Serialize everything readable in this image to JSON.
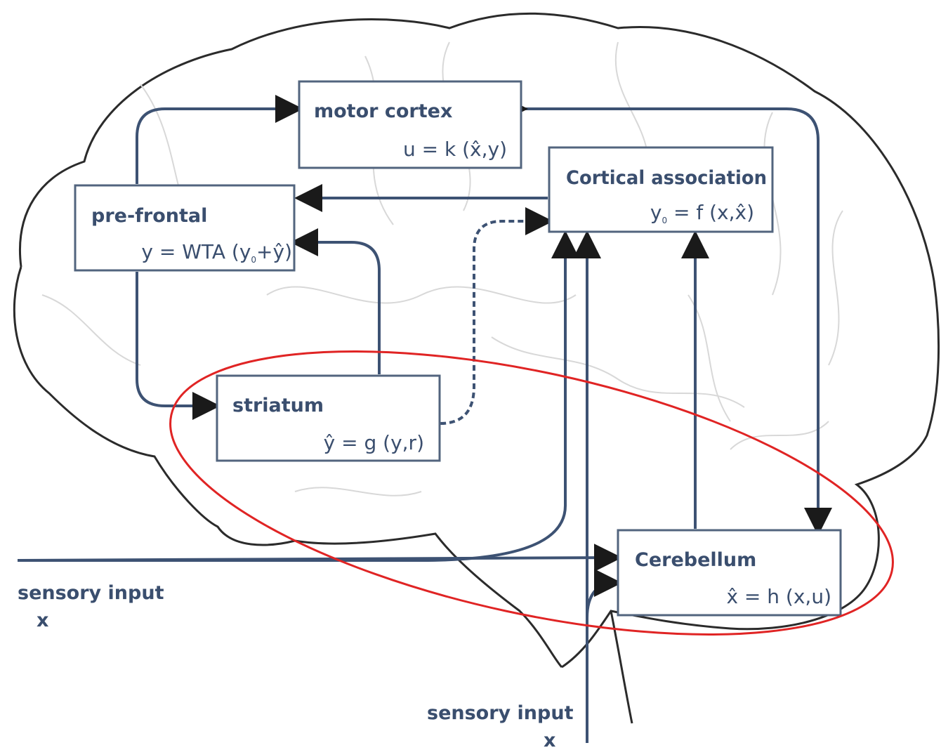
{
  "blocks": {
    "motor_cortex": {
      "title": "motor cortex",
      "equation": "u = k (x̂,y)"
    },
    "cortical_association": {
      "title": "Cortical association",
      "eq_pre": "y",
      "eq_sub": "0",
      "eq_post": " = f (x,x̂)"
    },
    "pre_frontal": {
      "title": "pre-frontal",
      "eq_pre": "y = WTA (y",
      "eq_sub": "0",
      "eq_post": "+ŷ)"
    },
    "striatum": {
      "title": "striatum",
      "equation": "ŷ = g (y,r)"
    },
    "cerebellum": {
      "title": "Cerebellum",
      "equation": "x̂ = h (x,u)"
    }
  },
  "inputs": {
    "left": {
      "label": "sensory input",
      "var": "x"
    },
    "bottom": {
      "label": "sensory input",
      "var": "x"
    }
  },
  "colors": {
    "box_stroke": "#52647e",
    "arrow": "#3d5273",
    "text": "#3a4e6e",
    "highlight": "#e02424",
    "brain_outline": "#2b2b2b"
  }
}
